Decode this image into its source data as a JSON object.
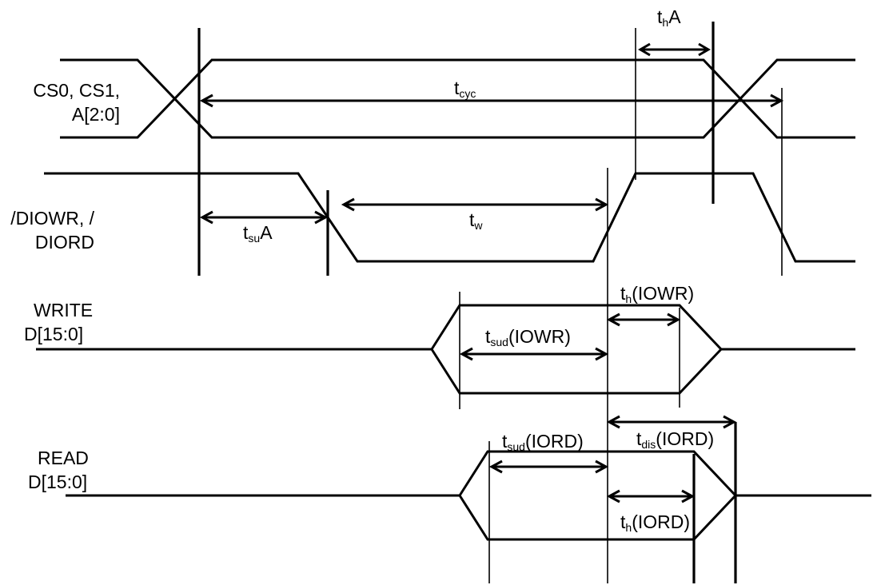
{
  "signals": {
    "addr": {
      "line1": "CS0, CS1,",
      "line2": "A[2:0]"
    },
    "strobe": {
      "line1": "/DIOWR, /",
      "line2": "DIORD"
    },
    "write": {
      "line1": "WRITE",
      "line2": "D[15:0]"
    },
    "read": {
      "line1": "READ",
      "line2": "D[15:0]"
    }
  },
  "timings": {
    "thA": {
      "base": "t",
      "sub": "h",
      "suffix": "A"
    },
    "tcyc": {
      "base": "t",
      "sub": "cyc",
      "suffix": ""
    },
    "tsuA": {
      "base": "t",
      "sub": "su",
      "suffix": "A"
    },
    "tw": {
      "base": "t",
      "sub": "w",
      "suffix": ""
    },
    "th_iowr": {
      "base": "t",
      "sub": "h",
      "suffix": "(IOWR)"
    },
    "tsud_iowr": {
      "base": "t",
      "sub": "sud",
      "suffix": "(IOWR)"
    },
    "tsud_iord": {
      "base": "t",
      "sub": "sud",
      "suffix": "(IORD)"
    },
    "tdis_iord": {
      "base": "t",
      "sub": "dis",
      "suffix": "(IORD)"
    },
    "th_iord": {
      "base": "t",
      "sub": "h",
      "suffix": "(IORD)"
    }
  }
}
